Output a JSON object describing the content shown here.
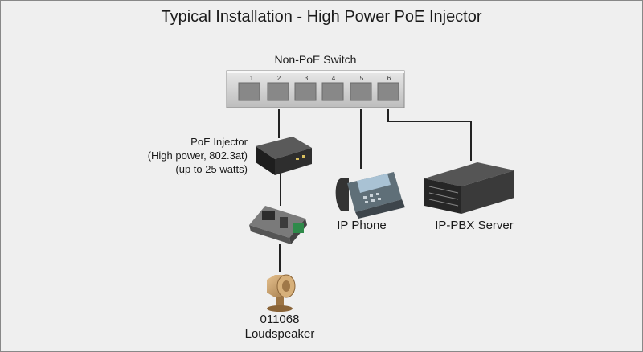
{
  "title": "Typical Installation - High Power PoE Injector",
  "switch": {
    "label": "Non-PoE Switch",
    "ports": [
      "1",
      "2",
      "3",
      "4",
      "5",
      "6"
    ]
  },
  "injector": {
    "line1": "PoE Injector",
    "line2": "(High power, 802.3at)",
    "line3": "(up to 25 watts)"
  },
  "phone": {
    "label": "IP Phone"
  },
  "server": {
    "label": "IP-PBX Server"
  },
  "speaker": {
    "model": "011068",
    "label": "Loudspeaker"
  },
  "colors": {
    "background": "#efefef",
    "cable": "#222222",
    "device_dark": "#2b2b2b",
    "speaker_bronze": "#c8a068"
  }
}
